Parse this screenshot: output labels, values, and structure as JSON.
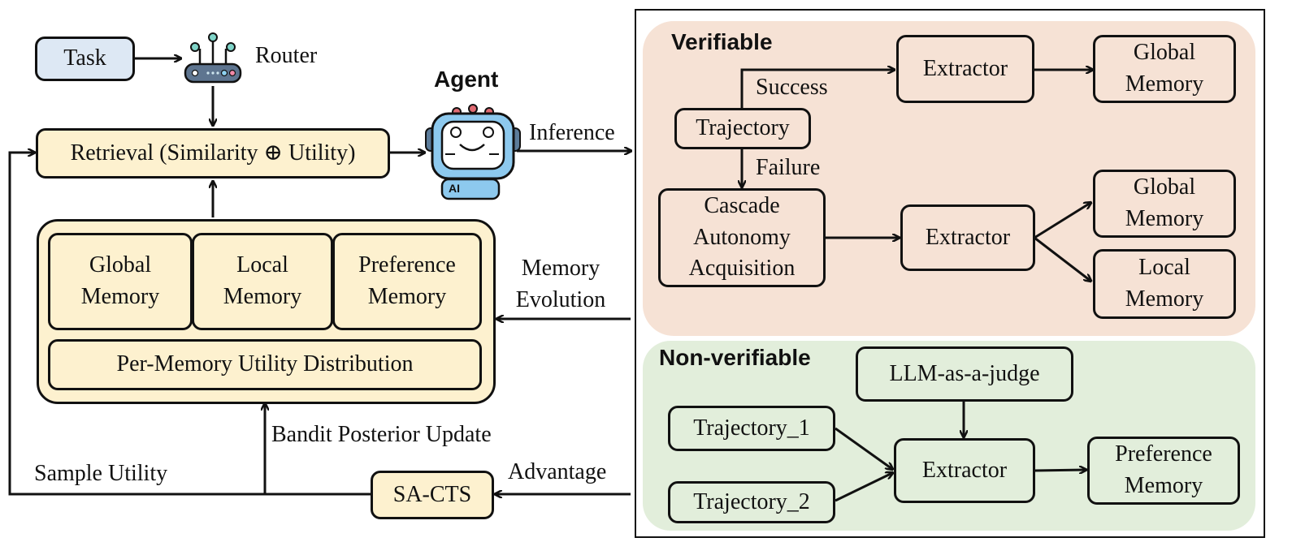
{
  "colors": {
    "task_fill": "#dde8f4",
    "memory_fill": "#fdf1cf",
    "verifiable_fill": "#f6e2d5",
    "nonverifiable_fill": "#e2eedb",
    "stroke": "#111111"
  },
  "icons": {
    "router": "router-icon",
    "agent": "robot-agent-icon"
  },
  "left": {
    "task": "Task",
    "router": "Router",
    "agent_title": "Agent",
    "agent_badge": "AI",
    "retrieval": "Retrieval (Similarity ⊕ Utility)",
    "inference": "Inference",
    "memory_bank": {
      "global": "Global\nMemory",
      "local": "Local\nMemory",
      "preference": "Preference\nMemory",
      "utility_distribution": "Per-Memory Utility Distribution"
    },
    "memory_evolution": "Memory\nEvolution",
    "bandit_update": "Bandit Posterior Update",
    "sample_utility": "Sample Utility",
    "sa_cts": "SA-CTS",
    "advantage": "Advantage"
  },
  "verifiable": {
    "title": "Verifiable",
    "trajectory": "Trajectory",
    "success": "Success",
    "failure": "Failure",
    "extractor_top": "Extractor",
    "global_top": "Global\nMemory",
    "cascade": "Cascade\nAutonomy\nAcquisition",
    "extractor_mid": "Extractor",
    "global_mid": "Global\nMemory",
    "local_mid": "Local\nMemory"
  },
  "nonverifiable": {
    "title": "Non-verifiable",
    "judge": "LLM-as-a-judge",
    "trajectory_1": "Trajectory_1",
    "trajectory_2": "Trajectory_2",
    "extractor": "Extractor",
    "preference": "Preference\nMemory"
  }
}
